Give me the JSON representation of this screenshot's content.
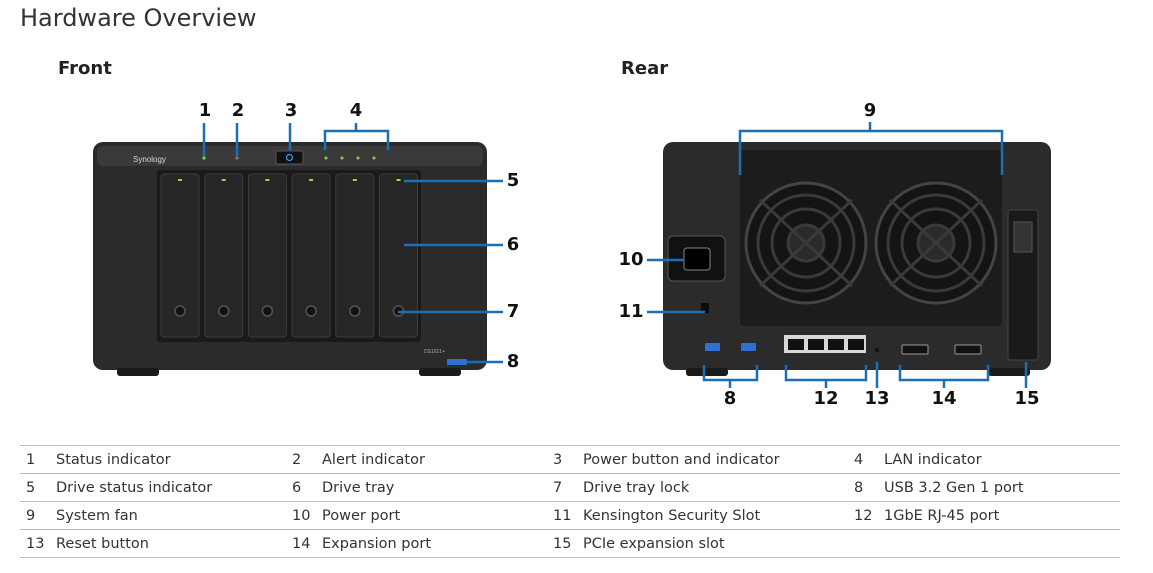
{
  "title": "Hardware Overview",
  "sections": {
    "front": "Front",
    "rear": "Rear"
  },
  "device": {
    "brand": "Synology",
    "model": "DS1621+"
  },
  "front_callouts": [
    "1",
    "2",
    "3",
    "4",
    "5",
    "6",
    "7",
    "8"
  ],
  "rear_callouts": [
    "9",
    "10",
    "11",
    "8",
    "12",
    "13",
    "14",
    "15"
  ],
  "legend": [
    [
      {
        "n": "1",
        "label": "Status indicator"
      },
      {
        "n": "2",
        "label": "Alert indicator"
      },
      {
        "n": "3",
        "label": "Power button and indicator"
      },
      {
        "n": "4",
        "label": "LAN indicator"
      }
    ],
    [
      {
        "n": "5",
        "label": "Drive status indicator"
      },
      {
        "n": "6",
        "label": "Drive tray"
      },
      {
        "n": "7",
        "label": "Drive tray lock"
      },
      {
        "n": "8",
        "label": "USB 3.2 Gen 1 port"
      }
    ],
    [
      {
        "n": "9",
        "label": "System fan"
      },
      {
        "n": "10",
        "label": "Power port"
      },
      {
        "n": "11",
        "label": "Kensington Security Slot"
      },
      {
        "n": "12",
        "label": "1GbE RJ-45 port"
      }
    ],
    [
      {
        "n": "13",
        "label": "Reset button"
      },
      {
        "n": "14",
        "label": "Expansion port"
      },
      {
        "n": "15",
        "label": "PCIe expansion slot"
      },
      {
        "n": "",
        "label": ""
      }
    ]
  ],
  "colors": {
    "callout_line": "#1a6fb5",
    "chassis": "#2a2a2a",
    "usb": "#2f6fd6"
  }
}
